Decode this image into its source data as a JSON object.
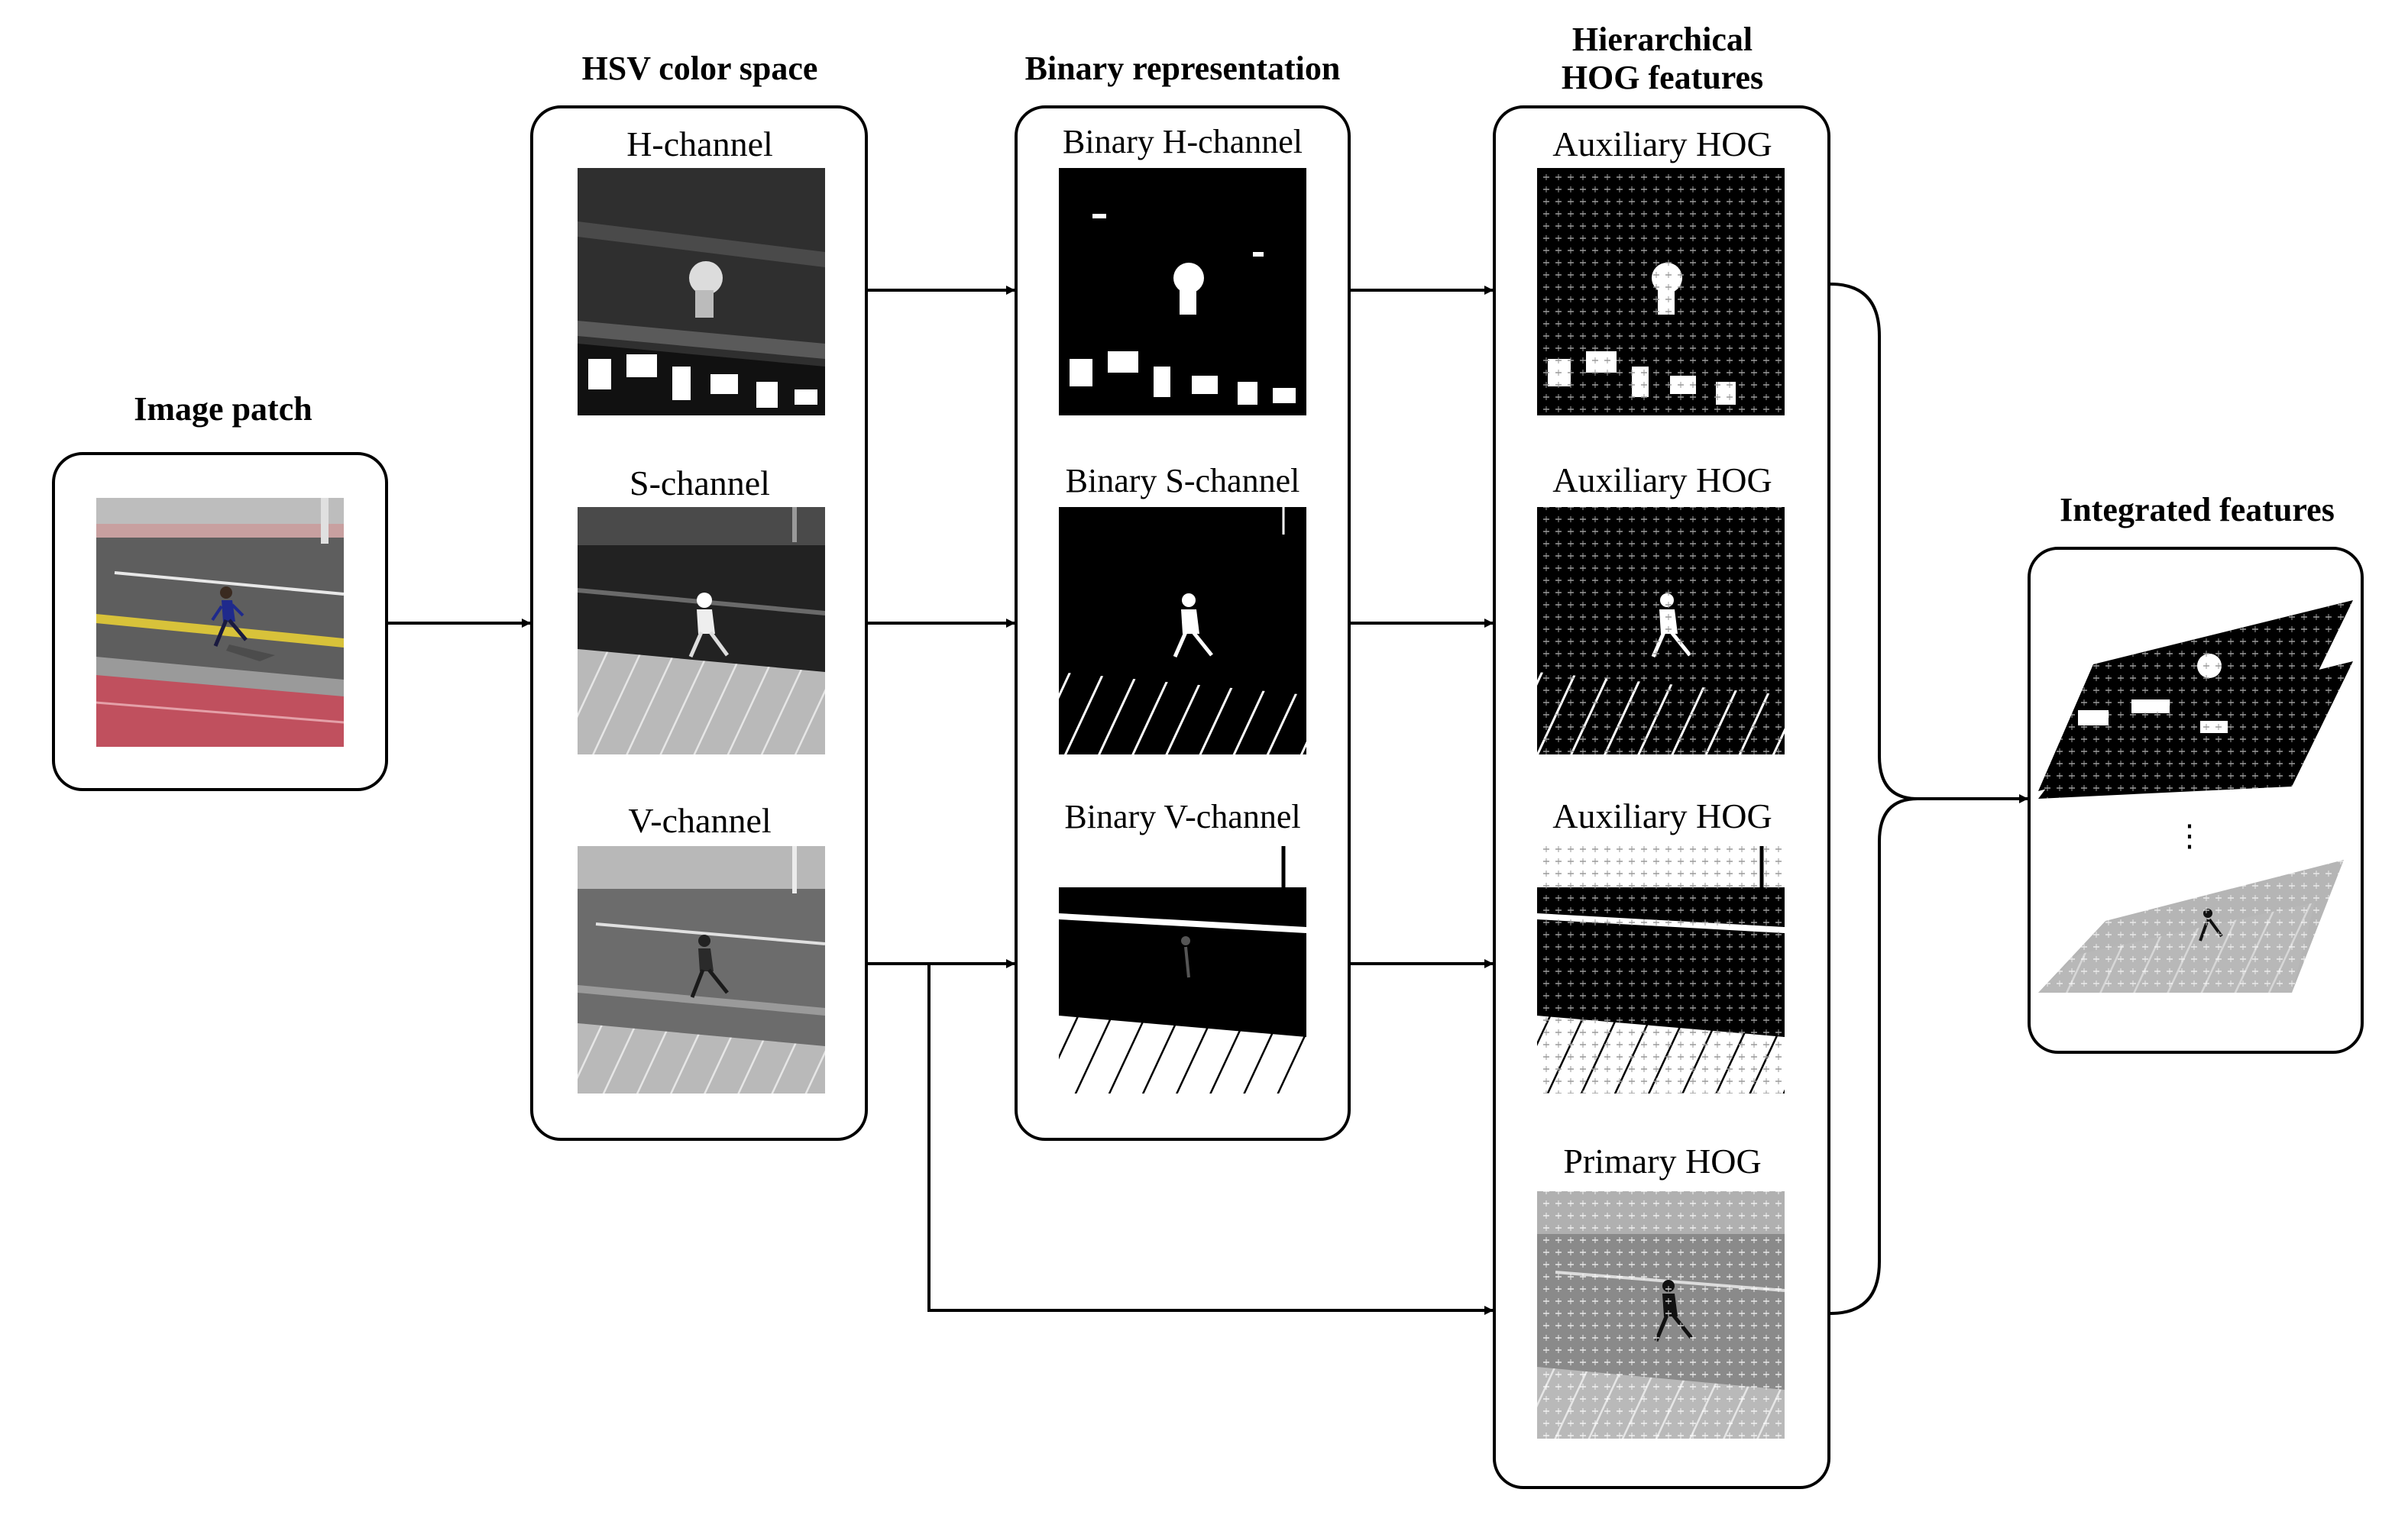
{
  "titles": {
    "image_patch": "Image patch",
    "hsv": "HSV color space",
    "binary": "Binary representation",
    "hog_line1": "Hierarchical",
    "hog_line2": "HOG features",
    "integrated": "Integrated features"
  },
  "hsv_labels": [
    "H-channel",
    "S-channel",
    "V-channel"
  ],
  "binary_labels": [
    "Binary H-channel",
    "Binary S-channel",
    "Binary V-channel"
  ],
  "hog_labels": [
    "Auxiliary HOG",
    "Auxiliary HOG",
    "Auxiliary HOG",
    "Primary HOG"
  ],
  "ellipsis": "⋮",
  "colors": {
    "line": "#000000",
    "road": "#5a5a5a",
    "sidewalk": "#c0505e",
    "runner": "#1f2a8c",
    "lane": "#d8c23a"
  }
}
